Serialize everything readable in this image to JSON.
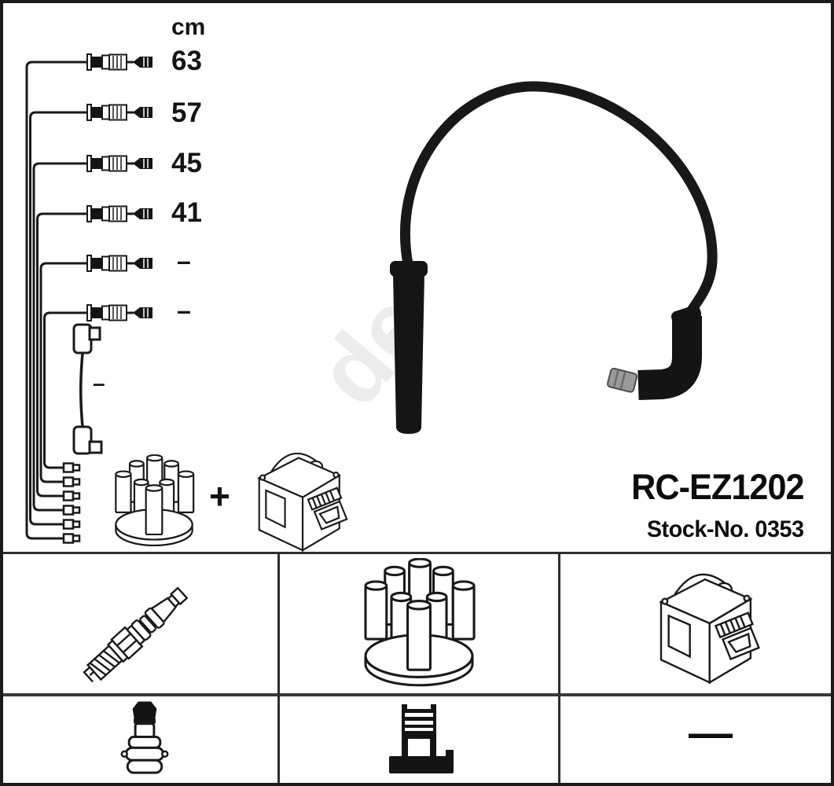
{
  "measure_column": {
    "unit_header": "cm",
    "cable_lengths": [
      "63",
      "57",
      "45",
      "41",
      "–",
      "–"
    ],
    "coil_cable_length": "–"
  },
  "assembly": {
    "plus_sign": "+"
  },
  "product": {
    "code": "RC-EZ1202",
    "stock_no": "Stock-No. 0353"
  },
  "watermark_text": "de",
  "kit_contents": {
    "row1": [
      {
        "icon": "spark-plug-icon"
      },
      {
        "icon": "distributor-cap-icon"
      },
      {
        "icon": "ignition-coil-icon"
      }
    ],
    "row2": [
      {
        "icon": "plug-terminal-icon"
      },
      {
        "icon": "coil-connector-icon"
      },
      {
        "label": "—"
      }
    ]
  },
  "colors": {
    "line_art": "#1a1a1a",
    "cable_black": "#161616",
    "metal_gray": "#9a9a9a"
  }
}
